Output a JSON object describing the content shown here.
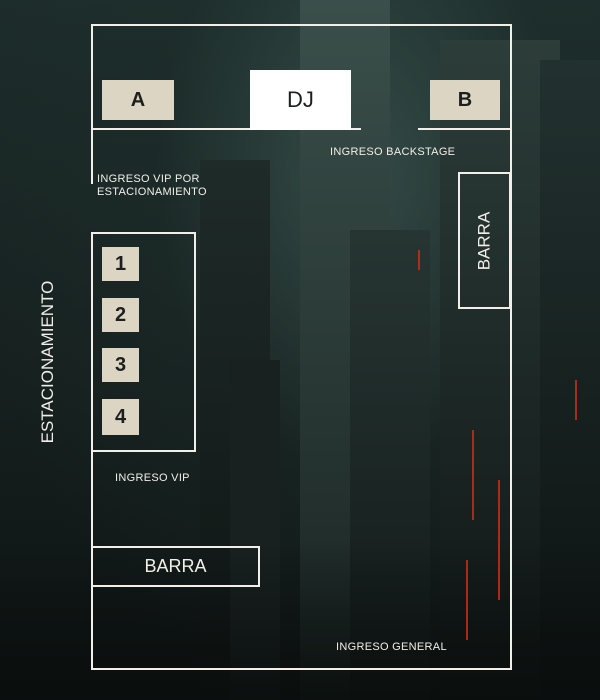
{
  "venue": {
    "stage_left": "A",
    "stage_right": "B",
    "dj": "DJ",
    "backstage_entry": "INGRESO BACKSTAGE",
    "vip_parking_entry_line1": "INGRESO VIP POR",
    "vip_parking_entry_line2": "ESTACIONAMIENTO",
    "parking": "ESTACIONAMIENTO",
    "vip_tables": [
      "1",
      "2",
      "3",
      "4"
    ],
    "vip_entry": "INGRESO VIP",
    "bar_right": "BARRA",
    "bar_left": "BARRA",
    "general_entry": "INGRESO GENERAL"
  },
  "colors": {
    "line": "#f2efe8",
    "box_fill": "#ddd5c4",
    "dj_fill": "#ffffff",
    "background": "#16201f",
    "accent_glow": "#c8321e"
  }
}
